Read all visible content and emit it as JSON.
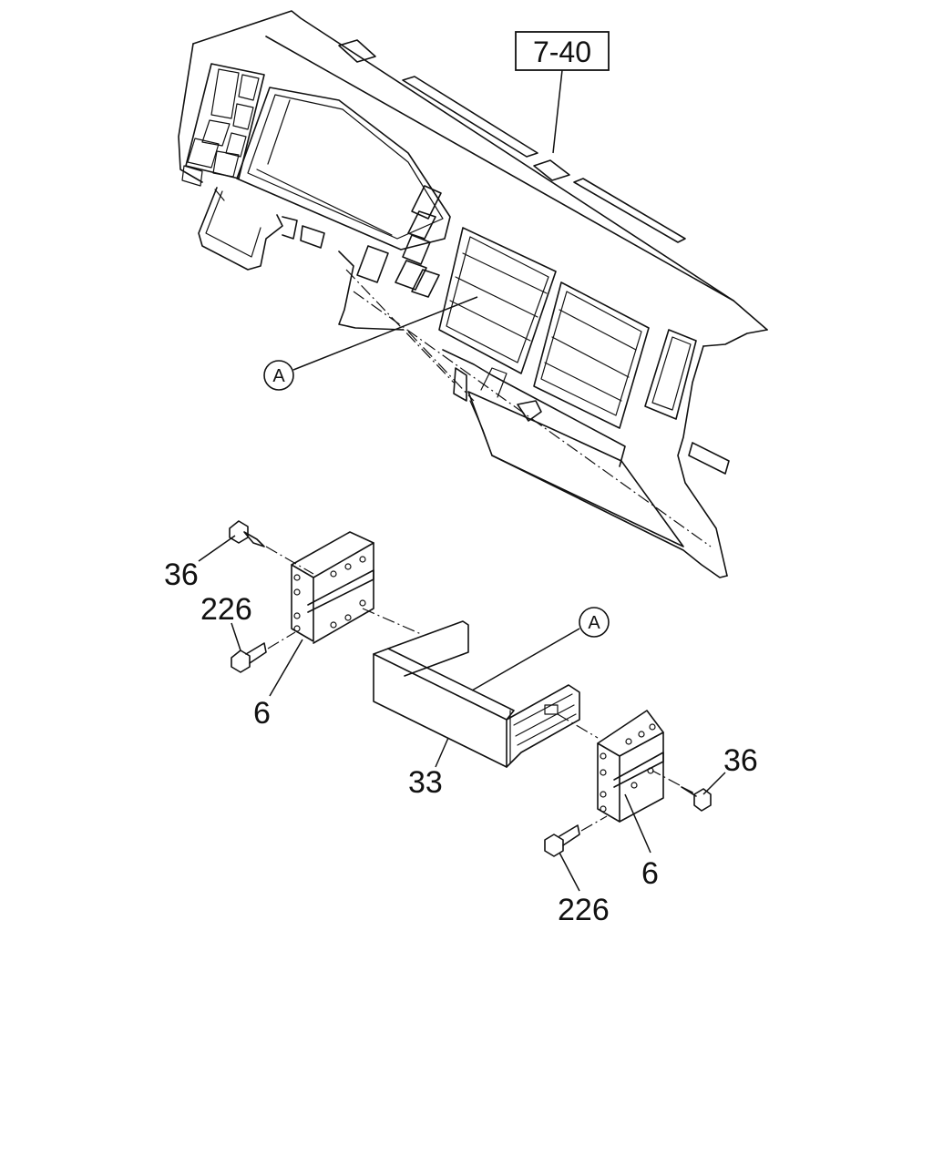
{
  "reference_box": {
    "text": "7-40"
  },
  "view_markers": [
    {
      "id": "dashboard",
      "text": "A"
    },
    {
      "id": "bracket",
      "text": "A"
    }
  ],
  "callouts": [
    {
      "id": "screw-left",
      "text": "36"
    },
    {
      "id": "bolt-left",
      "text": "226"
    },
    {
      "id": "bracket-left",
      "text": "6"
    },
    {
      "id": "pocket",
      "text": "33"
    },
    {
      "id": "screw-right",
      "text": "36"
    },
    {
      "id": "bracket-right",
      "text": "6"
    },
    {
      "id": "bolt-right",
      "text": "226"
    }
  ]
}
